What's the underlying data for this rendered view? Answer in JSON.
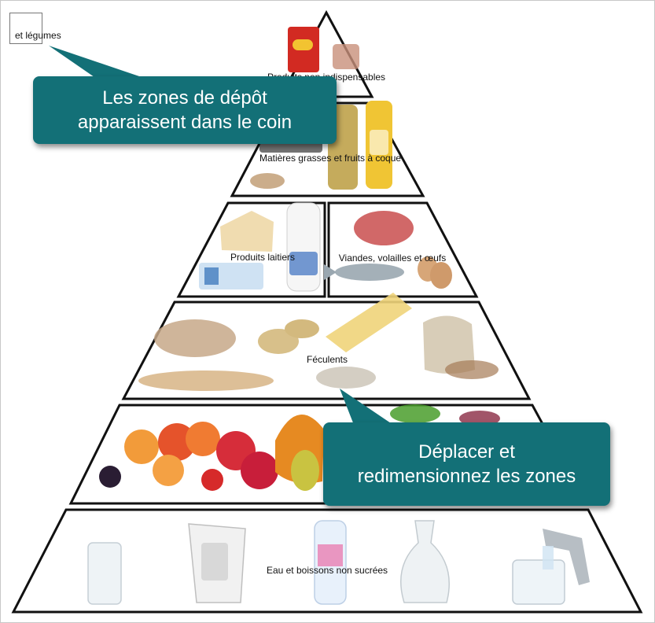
{
  "colors": {
    "callout_bg": "#137077",
    "pyramid_outline": "#111111",
    "frame_border": "#c8c8c8"
  },
  "drop_zone": {
    "label": "et légumes"
  },
  "zones": [
    {
      "id": "non-essentials",
      "label": "Produits non indispensables"
    },
    {
      "id": "fats-nuts",
      "label": "Matières grasses et fruits à coque"
    },
    {
      "id": "dairy",
      "label": "Produits laitiers"
    },
    {
      "id": "meat-eggs",
      "label": "Viandes, volailles et œufs"
    },
    {
      "id": "starches",
      "label": "Féculents"
    },
    {
      "id": "fruits-vegetables",
      "label": ""
    },
    {
      "id": "water",
      "label": "Eau et boissons non sucrées"
    }
  ],
  "callouts": {
    "drop_zones": {
      "line1": "Les zones de dépôt",
      "line2": "apparaissent dans le coin"
    },
    "move_resize": {
      "line1": "Déplacer et",
      "line2": "redimensionnez les zones"
    }
  },
  "images": [
    {
      "icon": "crisps-bag-icon"
    },
    {
      "icon": "oil-bottle-icon"
    },
    {
      "icon": "cheese-icon"
    },
    {
      "icon": "milk-bottle-icon"
    },
    {
      "icon": "steak-icon"
    },
    {
      "icon": "fish-icon"
    },
    {
      "icon": "eggs-icon"
    },
    {
      "icon": "bread-icon"
    },
    {
      "icon": "potatoes-icon"
    },
    {
      "icon": "pasta-icon"
    },
    {
      "icon": "flour-sack-icon"
    },
    {
      "icon": "fruits-icon"
    },
    {
      "icon": "water-glass-icon"
    },
    {
      "icon": "water-jug-icon"
    },
    {
      "icon": "water-bottle-icon"
    },
    {
      "icon": "carafe-icon"
    },
    {
      "icon": "tap-icon"
    }
  ]
}
